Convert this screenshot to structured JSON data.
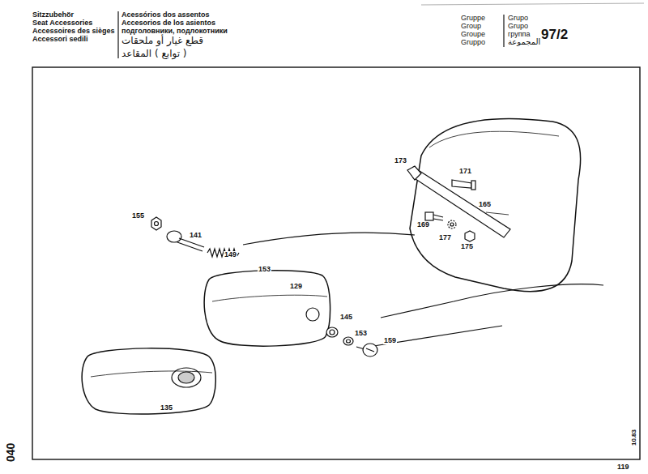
{
  "diagram": {
    "labels": [
      "Sitzzubehör",
      "Seat Accessories",
      "Accessoires des sièges",
      "Accessori sedili",
      "Acessórios dos assentos",
      "Accesorios de los asientos",
      "подголовники, подлокотники",
      "قطع غيار أو ملحقات",
      "( توابع ) المقاعد",
      "Gruppe",
      "Group",
      "Groupe",
      "Gruppo",
      "Grupo",
      "Grupo",
      "группа",
      "المجموعة",
      "97/2",
      "173",
      "171",
      "165",
      "169",
      "177",
      "175",
      "155",
      "141",
      "149",
      "153",
      "129",
      "145",
      "153",
      "159",
      "135",
      "040",
      "10.83",
      "119"
    ]
  }
}
